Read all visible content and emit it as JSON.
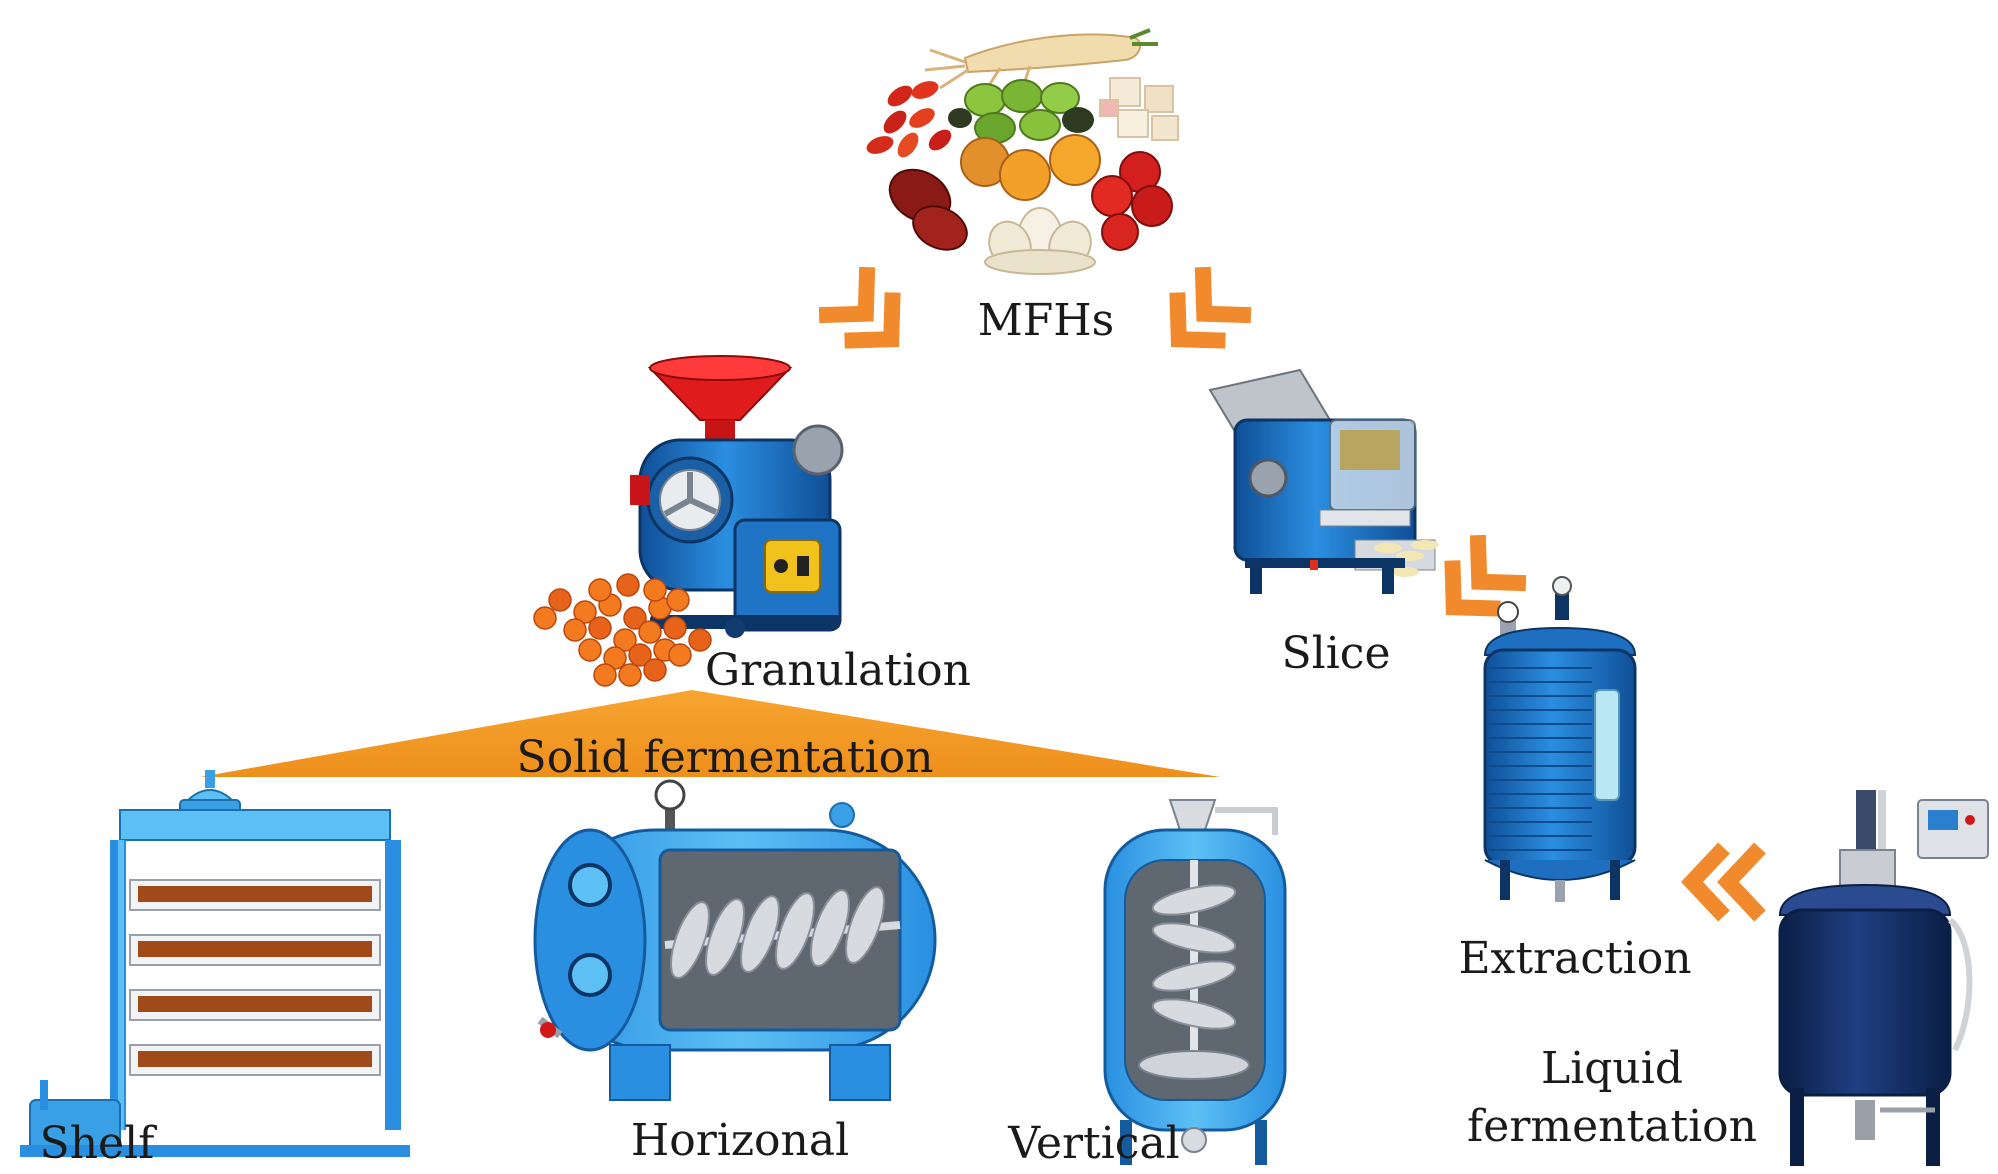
{
  "colors": {
    "arrow": "#f08a2c",
    "banner": "#f29a22",
    "machine_blue": "#1e78c8",
    "machine_light": "#3aa0e6",
    "machine_dark": "#123c70",
    "steel": "#c9ccd2",
    "text": "#1a1a1a"
  },
  "nodes": {
    "mfhs": {
      "label": "MFHs"
    },
    "granulation": {
      "label": "Granulation"
    },
    "slice": {
      "label": "Slice"
    },
    "extraction": {
      "label": "Extraction"
    },
    "liquid": {
      "label_line1": "Liquid",
      "label_line2": "fermentation"
    },
    "solid": {
      "label": "Solid fermentation"
    },
    "shelf": {
      "label": "Shelf"
    },
    "horizontal": {
      "label": "Horizonal"
    },
    "vertical": {
      "label": "Vertical"
    }
  },
  "icons": {
    "herbs": "medicinal-food-herbs-illustration",
    "granulator": "granulator-machine-illustration",
    "slicer": "slicing-machine-illustration",
    "extraction_tank": "extraction-tank-illustration",
    "liquid_fermenter": "liquid-fermenter-illustration",
    "shelf_fermenter": "shelf-fermenter-illustration",
    "horizontal_fermenter": "horizontal-fermenter-illustration",
    "vertical_fermenter": "vertical-fermenter-illustration"
  }
}
